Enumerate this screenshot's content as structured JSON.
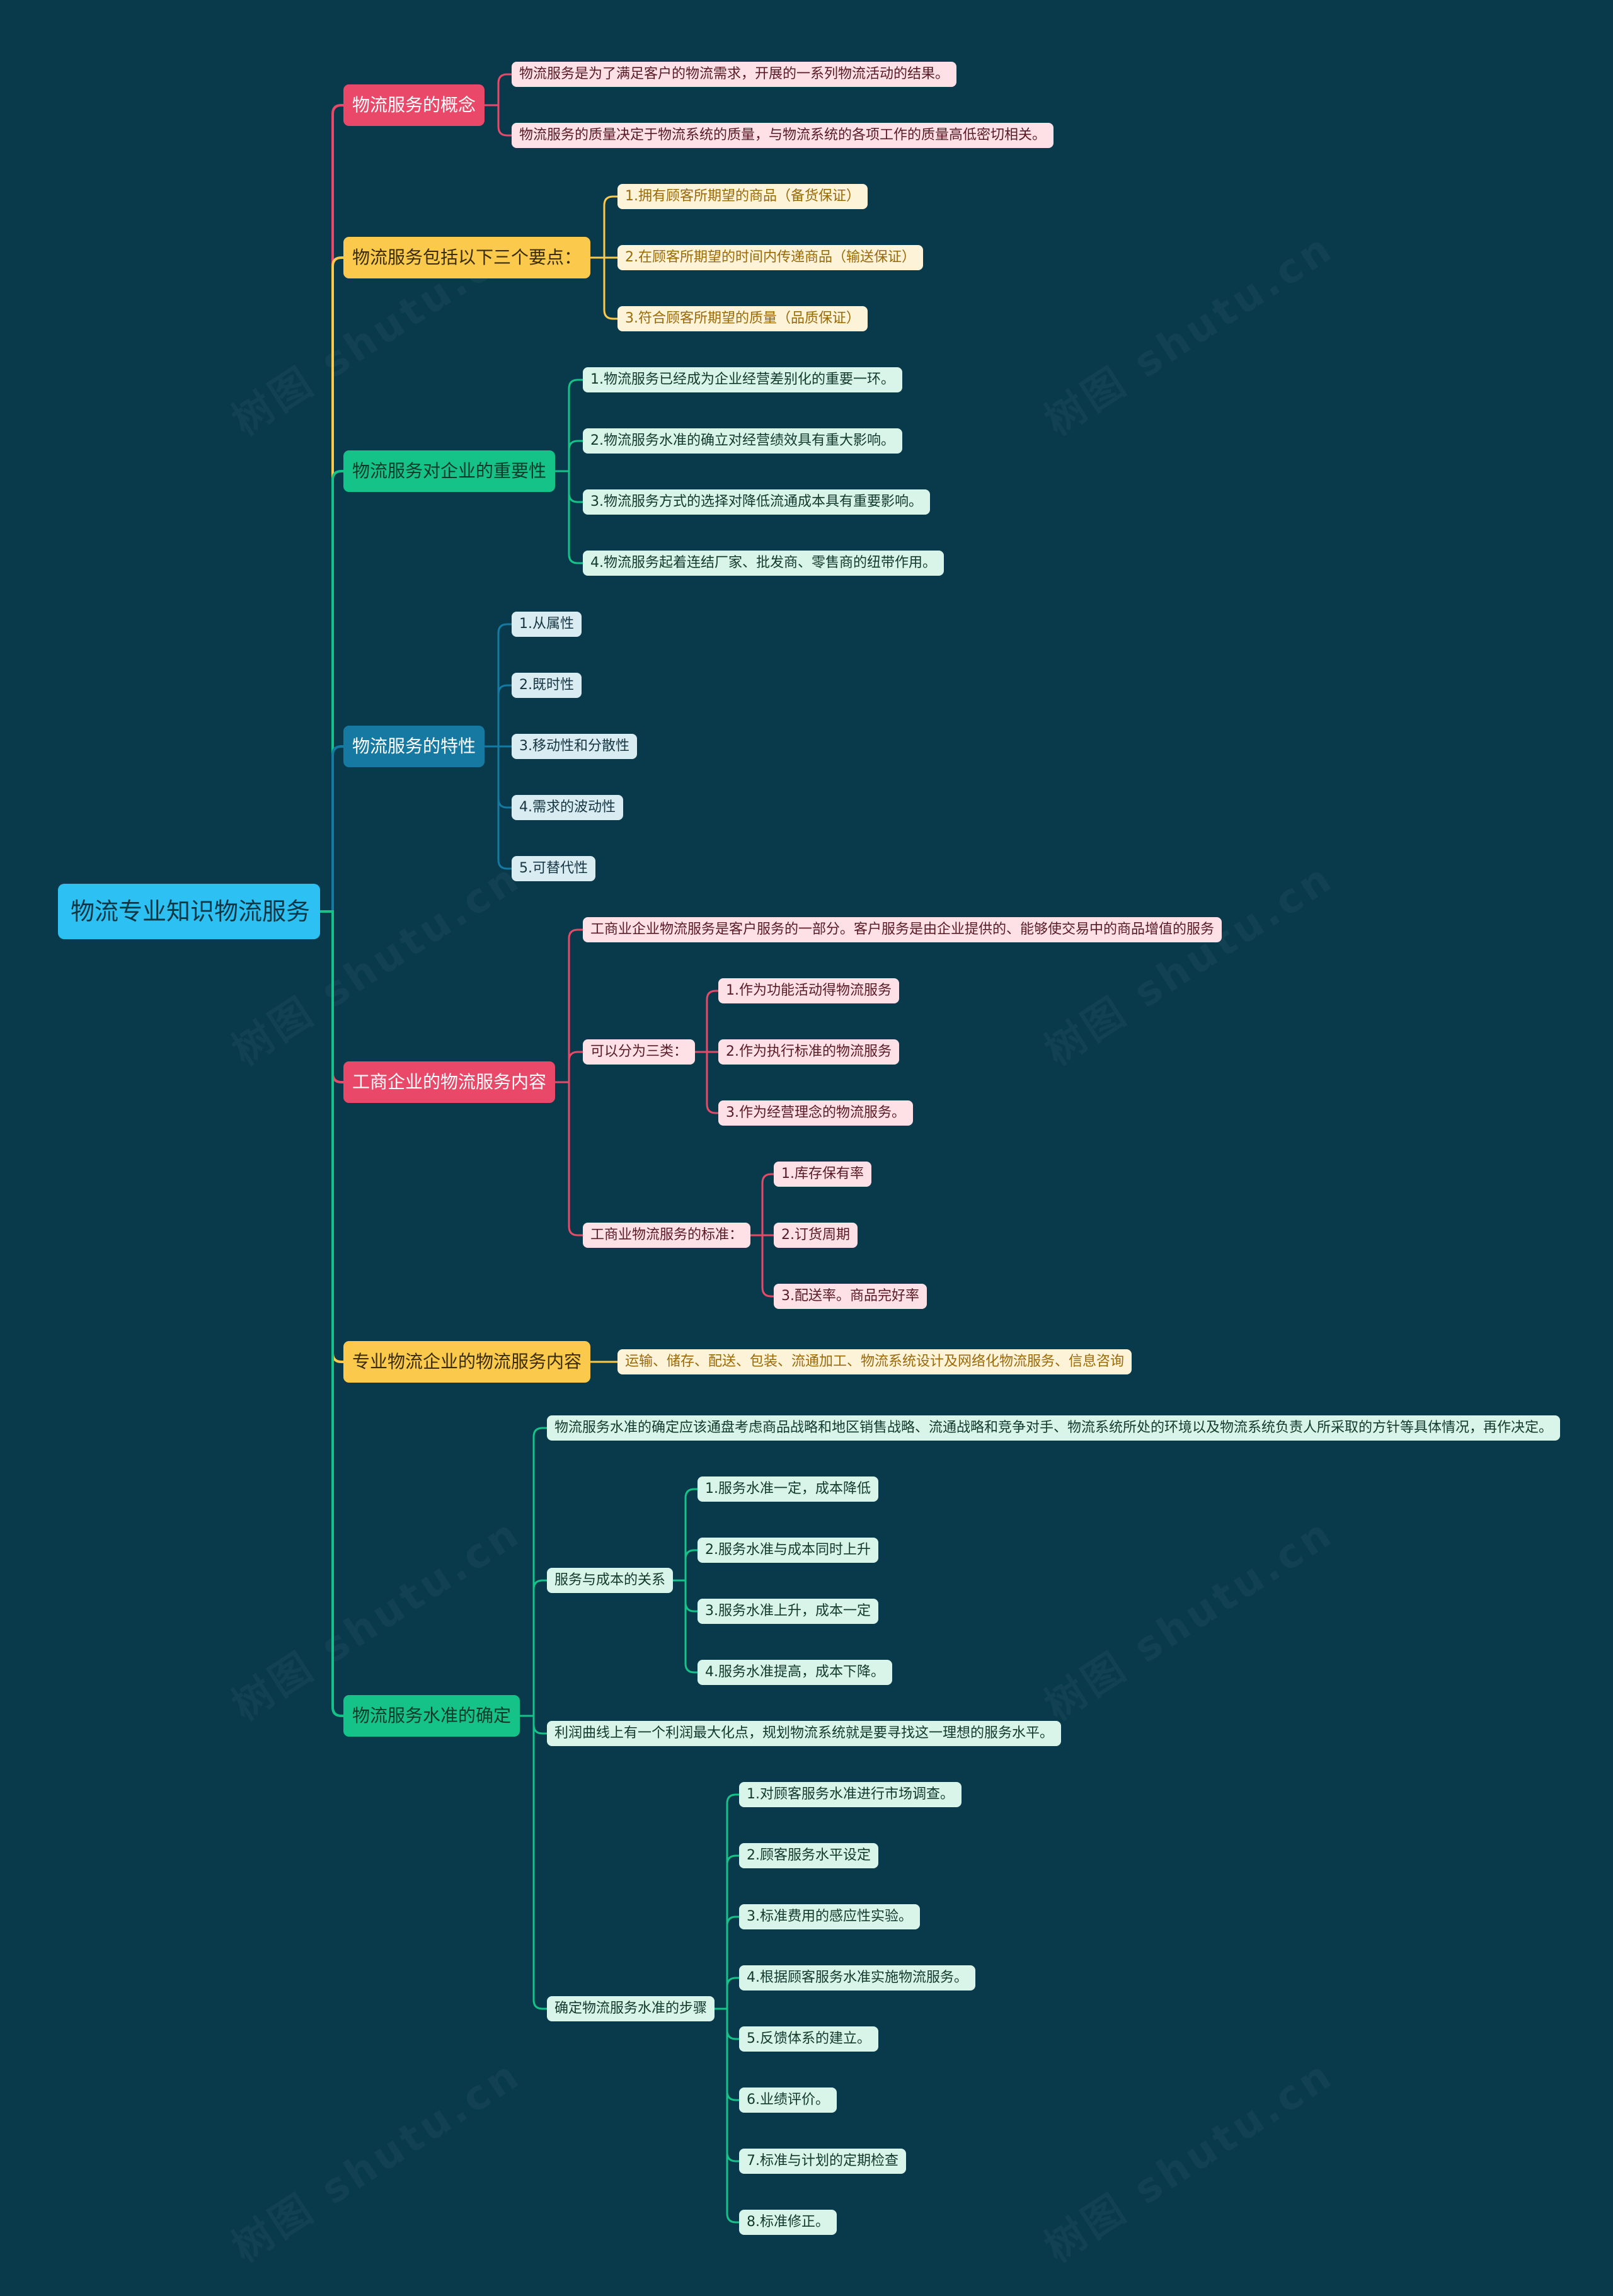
{
  "colors": {
    "background": "#083a4b",
    "root": "#2cc1f2",
    "red": "#ea4868",
    "orange": "#fbc94c",
    "green": "#15c389",
    "blue": "#1679a1",
    "pink_leaf": "#fde1e6",
    "orange_leaf": "#fdf3d9",
    "green_leaf": "#d9f5ea",
    "blue_leaf": "#d9ecf2"
  },
  "watermark": "树图 shutu.cn",
  "root": "物流专业知识物流服务",
  "branches": [
    {
      "label": "物流服务的概念",
      "color": "red",
      "children": [
        {
          "label": "物流服务是为了满足客户的物流需求，开展的一系列物流活动的结果。"
        },
        {
          "label": "物流服务的质量决定于物流系统的质量，与物流系统的各项工作的质量高低密切相关。"
        }
      ]
    },
    {
      "label": "物流服务包括以下三个要点：",
      "color": "orange",
      "children": [
        {
          "label": "1.拥有顾客所期望的商品（备货保证）"
        },
        {
          "label": "2.在顾客所期望的时间内传递商品（输送保证）"
        },
        {
          "label": "3.符合顾客所期望的质量（品质保证）"
        }
      ]
    },
    {
      "label": "物流服务对企业的重要性",
      "color": "green",
      "children": [
        {
          "label": "1.物流服务已经成为企业经营差别化的重要一环。"
        },
        {
          "label": "2.物流服务水准的确立对经营绩效具有重大影响。"
        },
        {
          "label": "3.物流服务方式的选择对降低流通成本具有重要影响。"
        },
        {
          "label": "4.物流服务起着连结厂家、批发商、零售商的纽带作用。"
        }
      ]
    },
    {
      "label": "物流服务的特性",
      "color": "blue",
      "children": [
        {
          "label": "1.从属性"
        },
        {
          "label": "2.既时性"
        },
        {
          "label": "3.移动性和分散性"
        },
        {
          "label": "4.需求的波动性"
        },
        {
          "label": "5.可替代性"
        }
      ]
    },
    {
      "label": "工商企业的物流服务内容",
      "color": "red",
      "children": [
        {
          "label": "工商业企业物流服务是客户服务的一部分。客户服务是由企业提供的、能够使交易中的商品增值的服务"
        },
        {
          "label": "可以分为三类：",
          "children": [
            {
              "label": "1.作为功能活动得物流服务"
            },
            {
              "label": "2.作为执行标准的物流服务"
            },
            {
              "label": "3.作为经营理念的物流服务。"
            }
          ]
        },
        {
          "label": "工商业物流服务的标准：",
          "children": [
            {
              "label": "1.库存保有率"
            },
            {
              "label": "2.订货周期"
            },
            {
              "label": "3.配送率。商品完好率"
            }
          ]
        }
      ]
    },
    {
      "label": "专业物流企业的物流服务内容",
      "color": "orange",
      "children": [
        {
          "label": "运输、储存、配送、包装、流通加工、物流系统设计及网络化物流服务、信息咨询"
        }
      ]
    },
    {
      "label": "物流服务水准的确定",
      "color": "green",
      "children": [
        {
          "label": "物流服务水准的确定应该通盘考虑商品战略和地区销售战略、流通战略和竞争对手、物流系统所处的环境以及物流系统负责人所采取的方针等具体情况，再作决定。"
        },
        {
          "label": "服务与成本的关系",
          "children": [
            {
              "label": "1.服务水准一定，成本降低"
            },
            {
              "label": "2.服务水准与成本同时上升"
            },
            {
              "label": "3.服务水准上升，成本一定"
            },
            {
              "label": "4.服务水准提高，成本下降。"
            }
          ]
        },
        {
          "label": "利润曲线上有一个利润最大化点，规划物流系统就是要寻找这一理想的服务水平。"
        },
        {
          "label": "确定物流服务水准的步骤",
          "children": [
            {
              "label": "1.对顾客服务水准进行市场调查。"
            },
            {
              "label": "2.顾客服务水平设定"
            },
            {
              "label": "3.标准费用的感应性实验。"
            },
            {
              "label": "4.根据顾客服务水准实施物流服务。"
            },
            {
              "label": "5.反馈体系的建立。"
            },
            {
              "label": "6.业绩评价。"
            },
            {
              "label": "7.标准与计划的定期检查"
            },
            {
              "label": "8.标准修正。"
            }
          ]
        }
      ]
    }
  ]
}
